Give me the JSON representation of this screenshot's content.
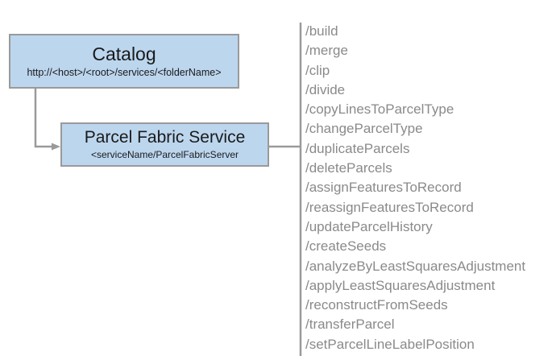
{
  "diagram": {
    "type": "service-endpoint-hierarchy",
    "colors": {
      "node_fill": "#bcd6ee",
      "node_border": "#9a9a9a",
      "connector": "#9a9a9a",
      "divider": "#9a9a9a",
      "operation_text": "#8a8a8a",
      "node_text": "#1a1a1a",
      "background": "#ffffff"
    },
    "nodes": [
      {
        "id": "catalog",
        "title": "Catalog",
        "subtitle": "http://<host>/<root>/services/<folderName>"
      },
      {
        "id": "parcel-fabric-service",
        "title": "Parcel Fabric Service",
        "subtitle": "<serviceName/ParcelFabricServer"
      }
    ],
    "operations": [
      "/build",
      "/merge",
      "/clip",
      "/divide",
      "/copyLinesToParcelType",
      "/changeParcelType",
      "/duplicateParcels",
      "/deleteParcels",
      "/assignFeaturesToRecord",
      "/reassignFeaturesToRecord",
      "/updateParcelHistory",
      "/createSeeds",
      "/analyzeByLeastSquaresAdjustment",
      "/applyLeastSquaresAdjustment",
      "/reconstructFromSeeds",
      "/transferParcel",
      "/setParcelLineLabelPosition"
    ]
  }
}
